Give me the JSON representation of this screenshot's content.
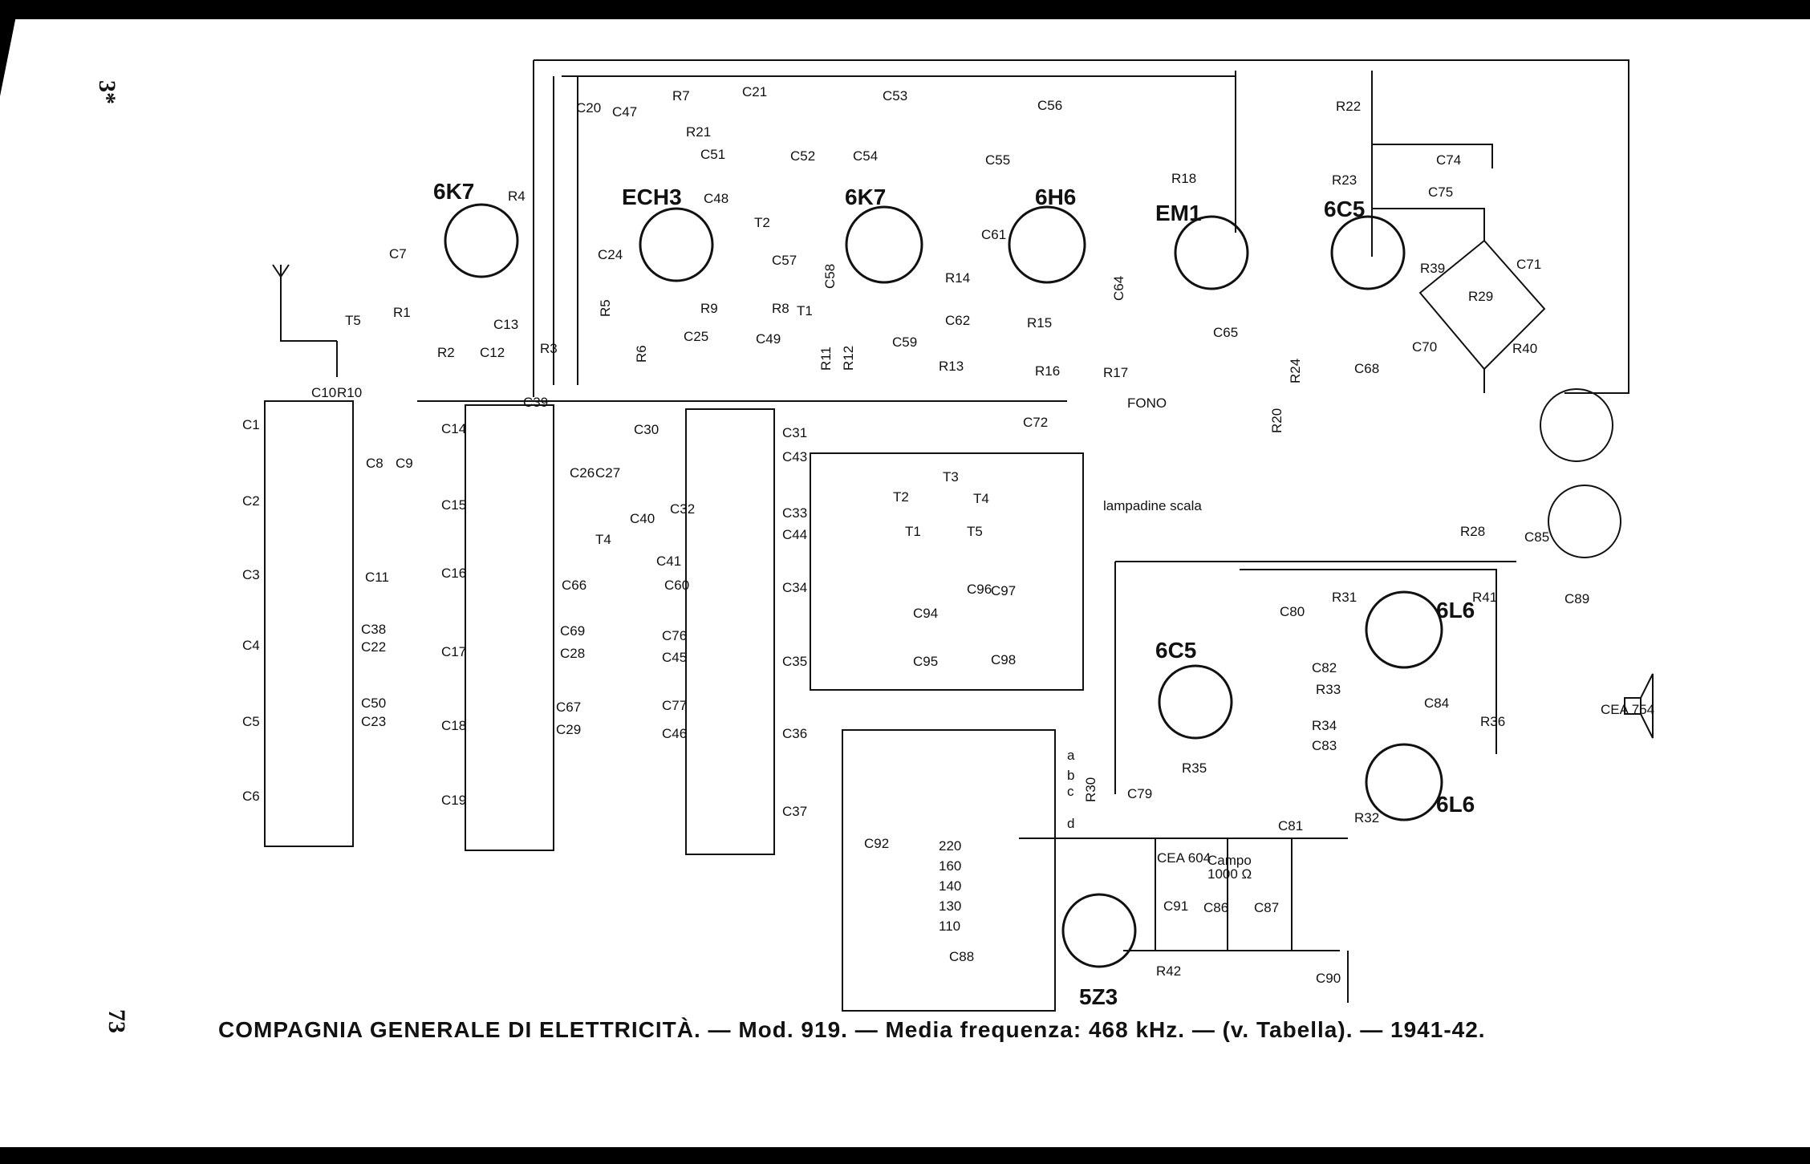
{
  "page": {
    "side_number": "73",
    "corner_mark": "3*"
  },
  "caption": "COMPAGNIA GENERALE DI ELETTRICITÀ. — Mod. 919. — Media frequenza: 468 kHz. — (v. Tabella). — 1941-42.",
  "tubes": [
    {
      "id": "6K7-rf",
      "label": "6K7"
    },
    {
      "id": "ECH3",
      "label": "ECH3"
    },
    {
      "id": "6K7-if",
      "label": "6K7"
    },
    {
      "id": "6H6",
      "label": "6H6"
    },
    {
      "id": "EM1",
      "label": "EM1"
    },
    {
      "id": "6C5-top",
      "label": "6C5"
    },
    {
      "id": "6C5-mid",
      "label": "6C5"
    },
    {
      "id": "6L6-top",
      "label": "6L6"
    },
    {
      "id": "6L6-bot",
      "label": "6L6"
    },
    {
      "id": "5Z3",
      "label": "5Z3"
    }
  ],
  "labels": {
    "fono": "FONO",
    "lampadine": "lampadine scala",
    "campo": "Campo",
    "campo_val": "1000 Ω",
    "cea604": "CEA 604",
    "cea754": "CEA 754",
    "v220": "220",
    "v160": "160",
    "v140": "140",
    "v130": "130",
    "v110": "110",
    "a": "a",
    "b": "b",
    "c": "c",
    "d": "d",
    "t1": "T1",
    "t2": "T2",
    "t3": "T3",
    "t4": "T4",
    "t5": "T5",
    "T5b": "T5",
    "T4b": "T4",
    "T2b": "T2",
    "T1b": "T1"
  },
  "components": [
    {
      "name": "C1"
    },
    {
      "name": "C2"
    },
    {
      "name": "C3"
    },
    {
      "name": "C4"
    },
    {
      "name": "C5"
    },
    {
      "name": "C6"
    },
    {
      "name": "C7"
    },
    {
      "name": "C8"
    },
    {
      "name": "C9"
    },
    {
      "name": "C10"
    },
    {
      "name": "R10"
    },
    {
      "name": "C11"
    },
    {
      "name": "C38"
    },
    {
      "name": "C22"
    },
    {
      "name": "C50"
    },
    {
      "name": "C23"
    },
    {
      "name": "R1"
    },
    {
      "name": "R2"
    },
    {
      "name": "C12"
    },
    {
      "name": "C13"
    },
    {
      "name": "R3"
    },
    {
      "name": "R4"
    },
    {
      "name": "C14"
    },
    {
      "name": "C15"
    },
    {
      "name": "C16"
    },
    {
      "name": "C17"
    },
    {
      "name": "C18"
    },
    {
      "name": "C19"
    },
    {
      "name": "C39"
    },
    {
      "name": "C26"
    },
    {
      "name": "C27"
    },
    {
      "name": "C69"
    },
    {
      "name": "C28"
    },
    {
      "name": "C67"
    },
    {
      "name": "C29"
    },
    {
      "name": "C20"
    },
    {
      "name": "C47"
    },
    {
      "name": "R7"
    },
    {
      "name": "C21"
    },
    {
      "name": "R21"
    },
    {
      "name": "C51"
    },
    {
      "name": "C52"
    },
    {
      "name": "C48"
    },
    {
      "name": "C24"
    },
    {
      "name": "R5"
    },
    {
      "name": "R6"
    },
    {
      "name": "C25"
    },
    {
      "name": "R9"
    },
    {
      "name": "C57"
    },
    {
      "name": "R8"
    },
    {
      "name": "C49"
    },
    {
      "name": "C58"
    },
    {
      "name": "R11"
    },
    {
      "name": "R12"
    },
    {
      "name": "C66"
    },
    {
      "name": "C40"
    },
    {
      "name": "C41"
    },
    {
      "name": "C30"
    },
    {
      "name": "C32"
    },
    {
      "name": "C31"
    },
    {
      "name": "C43"
    },
    {
      "name": "C33"
    },
    {
      "name": "C44"
    },
    {
      "name": "C34"
    },
    {
      "name": "C60"
    },
    {
      "name": "C76"
    },
    {
      "name": "C45"
    },
    {
      "name": "C35"
    },
    {
      "name": "C77"
    },
    {
      "name": "C46"
    },
    {
      "name": "C36"
    },
    {
      "name": "C37"
    },
    {
      "name": "C53"
    },
    {
      "name": "C54"
    },
    {
      "name": "C55"
    },
    {
      "name": "C56"
    },
    {
      "name": "C59"
    },
    {
      "name": "C61"
    },
    {
      "name": "R14"
    },
    {
      "name": "C62"
    },
    {
      "name": "R15"
    },
    {
      "name": "R13"
    },
    {
      "name": "R16"
    },
    {
      "name": "R17"
    },
    {
      "name": "C72"
    },
    {
      "name": "R18"
    },
    {
      "name": "C64"
    },
    {
      "name": "C65"
    },
    {
      "name": "R20"
    },
    {
      "name": "R22"
    },
    {
      "name": "C74"
    },
    {
      "name": "R23"
    },
    {
      "name": "C75"
    },
    {
      "name": "R24"
    },
    {
      "name": "C68"
    },
    {
      "name": "R39"
    },
    {
      "name": "C71"
    },
    {
      "name": "R29"
    },
    {
      "name": "C70"
    },
    {
      "name": "R40"
    },
    {
      "name": "C94"
    },
    {
      "name": "C95"
    },
    {
      "name": "C96"
    },
    {
      "name": "C97"
    },
    {
      "name": "C98"
    },
    {
      "name": "R28"
    },
    {
      "name": "C85"
    },
    {
      "name": "C89"
    },
    {
      "name": "R31"
    },
    {
      "name": "C80"
    },
    {
      "name": "C82"
    },
    {
      "name": "R33"
    },
    {
      "name": "C84"
    },
    {
      "name": "R34"
    },
    {
      "name": "C83"
    },
    {
      "name": "R41"
    },
    {
      "name": "R36"
    },
    {
      "name": "R30"
    },
    {
      "name": "C79"
    },
    {
      "name": "R35"
    },
    {
      "name": "C81"
    },
    {
      "name": "R32"
    },
    {
      "name": "C92"
    },
    {
      "name": "C88"
    },
    {
      "name": "C91"
    },
    {
      "name": "C86"
    },
    {
      "name": "C87"
    },
    {
      "name": "R42"
    },
    {
      "name": "C90"
    }
  ]
}
